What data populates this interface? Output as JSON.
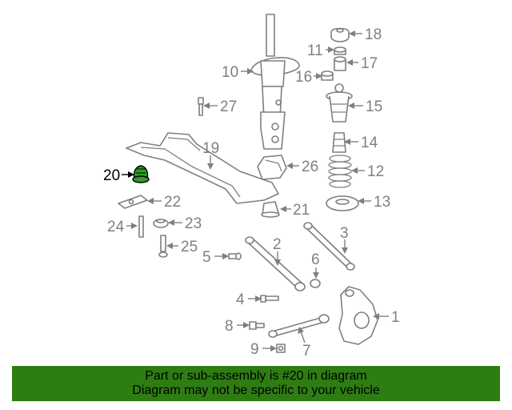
{
  "diagram": {
    "highlighted_part": "20",
    "highlight_color": "#2e9e24",
    "line_color": "#7f7f7f",
    "callouts": {
      "c1": "1",
      "c2": "2",
      "c3": "3",
      "c4": "4",
      "c5": "5",
      "c6": "6",
      "c7": "7",
      "c8": "8",
      "c9": "9",
      "c10": "10",
      "c11": "11",
      "c12": "12",
      "c13": "13",
      "c14": "14",
      "c15": "15",
      "c16": "16",
      "c17": "17",
      "c18": "18",
      "c19": "19",
      "c20": "20",
      "c21": "21",
      "c22": "22",
      "c23": "23",
      "c24": "24",
      "c25": "25",
      "c26": "26",
      "c27": "27"
    }
  },
  "footer": {
    "background": "#2e7d12",
    "line1": "Part or sub-assembly is #20 in diagram",
    "line2": "Diagram may not be specific to your vehicle"
  }
}
